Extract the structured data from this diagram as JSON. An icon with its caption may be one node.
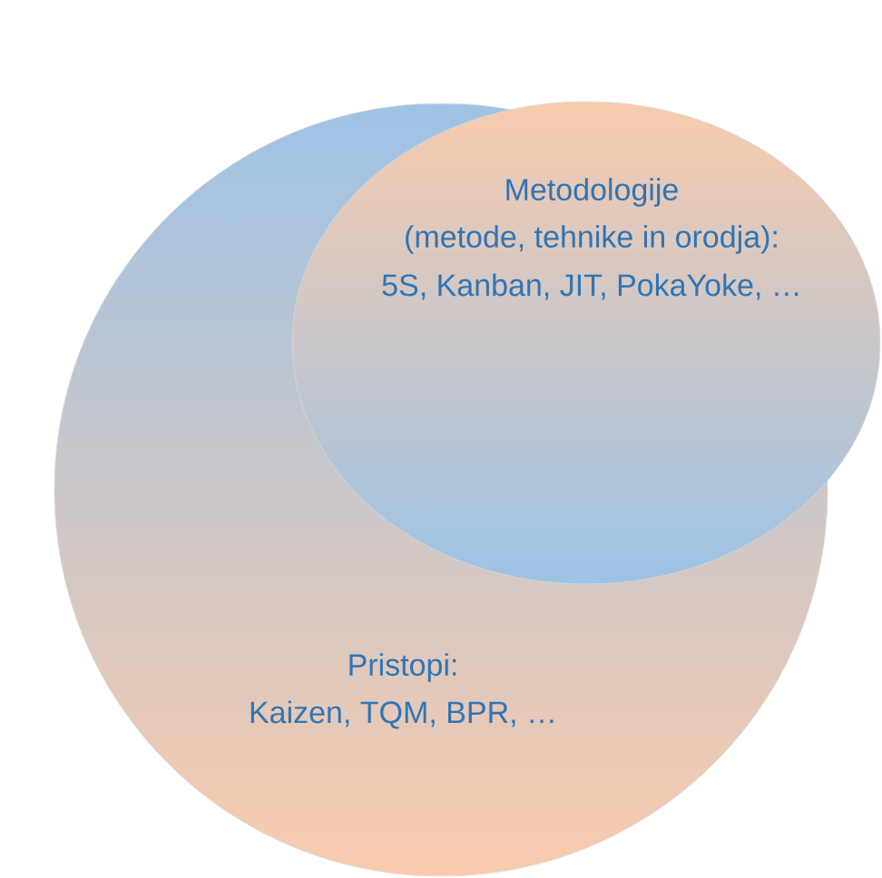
{
  "diagram": {
    "nodes": [
      {
        "text": [
          "Pristopi:",
          "Kaizen, TQM, BPR, …"
        ]
      },
      {
        "text": [
          "Metodologije",
          "(metode, tehnike in orodja):",
          "5S, Kanban, JIT, PokaYoke, …"
        ]
      }
    ]
  }
}
